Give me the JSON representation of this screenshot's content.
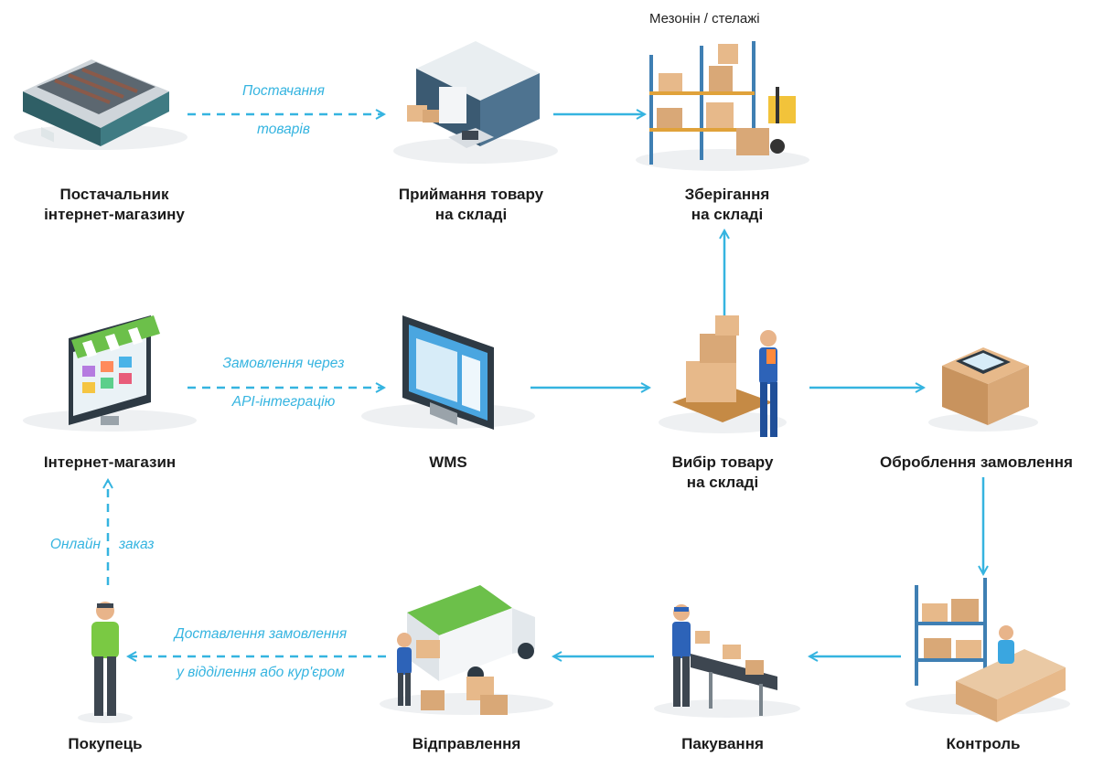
{
  "note": "Мезонін / стелажі",
  "nodes": {
    "supplier": {
      "line1": "Постачальник",
      "line2": "інтернет-магазину"
    },
    "receiving": {
      "line1": "Приймання товару",
      "line2": "на складі"
    },
    "storage": {
      "line1": "Зберігання",
      "line2": "на складі"
    },
    "shop": {
      "line1": "Інтернет-магазин"
    },
    "wms": {
      "line1": "WMS"
    },
    "picking": {
      "line1": "Вибір товару",
      "line2": "на складі"
    },
    "processing": {
      "line1": "Оброблення замовлення"
    },
    "control": {
      "line1": "Контроль"
    },
    "packing": {
      "line1": "Пакування"
    },
    "shipping": {
      "line1": "Відправлення"
    },
    "buyer": {
      "line1": "Покупець"
    }
  },
  "edges": {
    "supply": {
      "line1": "Постачання",
      "line2": "товарів"
    },
    "order_api": {
      "line1": "Замовлення через",
      "line2": "API-інтеграцію"
    },
    "online": {
      "left": "Онлайн",
      "right": "заказ"
    },
    "delivery": {
      "line1": "Доставлення замовлення",
      "line2": "у відділення або кур'єром"
    }
  },
  "colors": {
    "arrow": "#35b4e0",
    "text": "#1b1b1b",
    "box": "#e7b98a",
    "rack": "#3f7fb3",
    "green": "#6cc04a"
  }
}
